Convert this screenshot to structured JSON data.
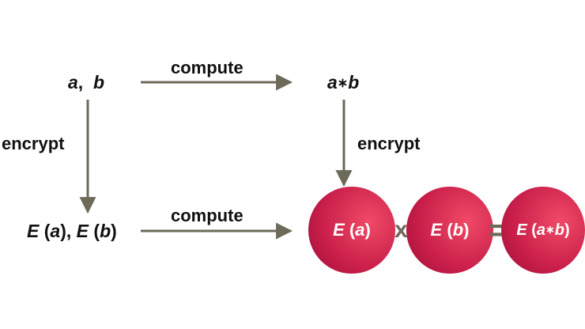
{
  "nodes": {
    "plain_inputs": {
      "a": "a",
      "comma": ",",
      "b": "b"
    },
    "plain_result": {
      "a": "a",
      "star": "∗",
      "b": "b"
    },
    "cipher_inputs": {
      "E1": "E",
      "open1": "(",
      "a": "a",
      "close1": ")",
      "comma": ",",
      "E2": "E",
      "open2": "(",
      "b": "b",
      "close2": ")"
    }
  },
  "edges": {
    "compute_top": "compute",
    "compute_bottom": "compute",
    "encrypt_left": "encrypt",
    "encrypt_right": "encrypt"
  },
  "equation": {
    "circle1": {
      "E": "E",
      "open": "(",
      "a": "a",
      "close": ")"
    },
    "times": "x",
    "circle2": {
      "E": "E",
      "open": "(",
      "b": "b",
      "close": ")"
    },
    "equals": "=",
    "circle3": {
      "E": "E",
      "open": "(",
      "a": "a",
      "star": "∗",
      "b": "b",
      "close": ")"
    }
  },
  "colors": {
    "arrow": "#6d6a5a",
    "circle": "#d4254f",
    "text": "#111111",
    "circle_text": "#ffffff"
  }
}
